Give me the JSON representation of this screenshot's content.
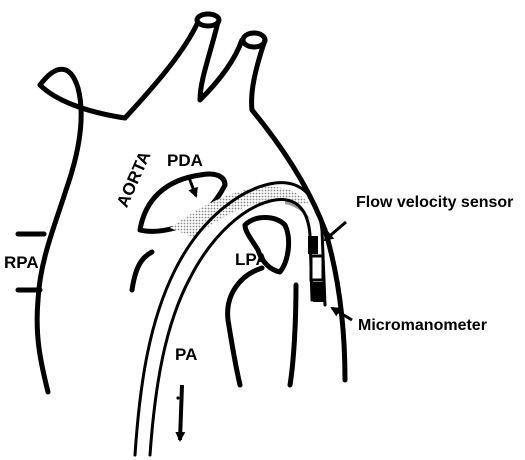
{
  "diagram": {
    "labels": {
      "aorta": "AORTA",
      "pda": "PDA",
      "rpa": "RPA",
      "lpa": "LPA",
      "pa": "PA",
      "flow_sensor": "Flow velocity sensor",
      "micromanometer": "Micromanometer"
    },
    "colors": {
      "ink": "#000000",
      "background": "#ffffff",
      "shading": "#9a9a9a"
    }
  }
}
